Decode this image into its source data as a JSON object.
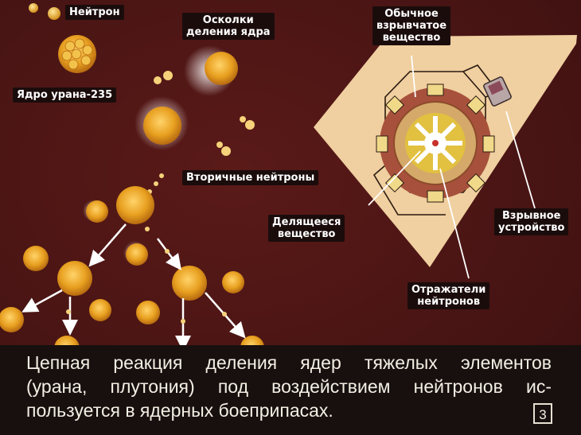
{
  "labels": {
    "neutron": "Нейтрон",
    "fission_fragments_line1": "Осколки",
    "fission_fragments_line2": "деления ядра",
    "uranium_nucleus": "Ядро урана-235",
    "secondary_neutrons": "Вторичные нейтроны",
    "explosive_line1": "Обычное",
    "explosive_line2": "взрывчатое",
    "explosive_line3": "вещество",
    "fissile_line1": "Делящееся",
    "fissile_line2": "вещество",
    "detonator_line1": "Взрывное",
    "detonator_line2": "устройство",
    "reflectors_line1": "Отражатели",
    "reflectors_line2": "нейтронов"
  },
  "caption": {
    "line1": "Цепная реакция деления ядер тяжелых элементов",
    "line2": "(урана, плутония) под воздействием нейтронов ис-",
    "line3": "пользуется в ядерных боеприпасах."
  },
  "frame_number": "3",
  "colors": {
    "background": "#4a1414",
    "nucleus": "#e0a020",
    "bomb_casing": "#f0cfa0",
    "caption_bg": "#17100f"
  }
}
